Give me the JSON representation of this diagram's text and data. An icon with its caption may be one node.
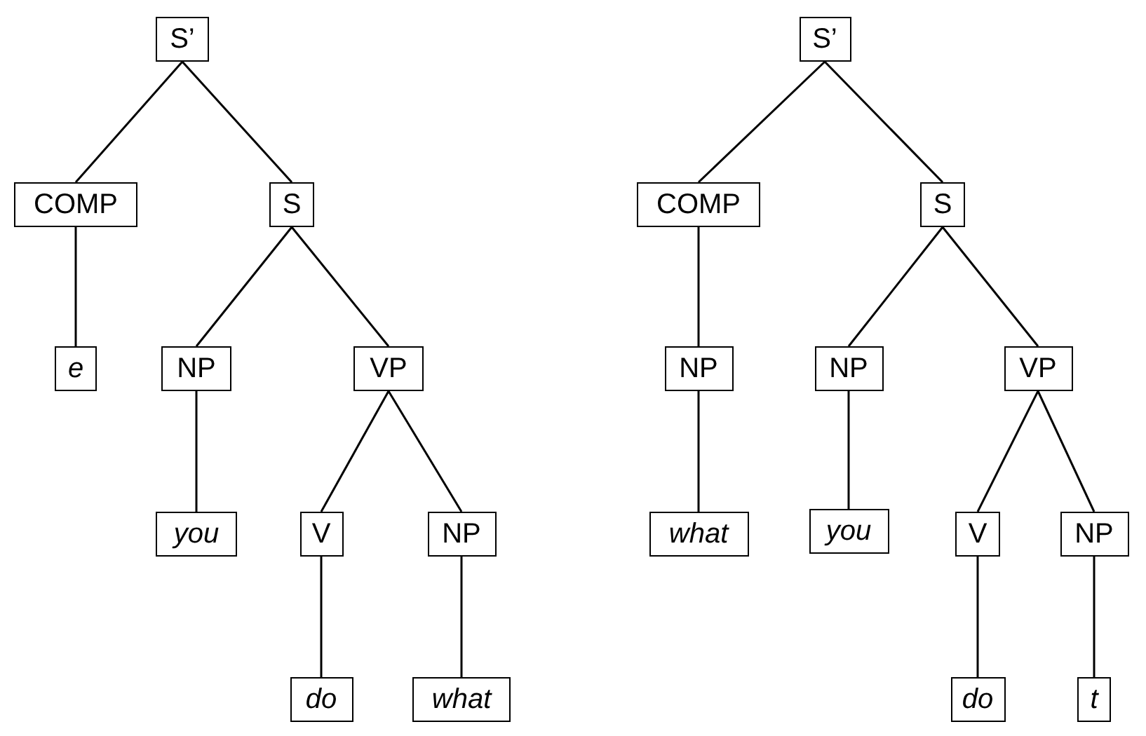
{
  "diagram": {
    "nodes": [
      {
        "text": [
          "S’"
        ]
      },
      {
        "text": [
          "COMP"
        ]
      },
      {
        "text": [
          "S"
        ]
      },
      {
        "text": [
          "e"
        ]
      },
      {
        "text": [
          "NP"
        ]
      },
      {
        "text": [
          "VP"
        ]
      },
      {
        "text": [
          "you"
        ]
      },
      {
        "text": [
          "V"
        ]
      },
      {
        "text": [
          "NP"
        ]
      },
      {
        "text": [
          "do"
        ]
      },
      {
        "text": [
          "what"
        ]
      },
      {
        "text": [
          "S’"
        ]
      },
      {
        "text": [
          "COMP"
        ]
      },
      {
        "text": [
          "S"
        ]
      },
      {
        "text": [
          "NP"
        ]
      },
      {
        "text": [
          "what"
        ]
      },
      {
        "text": [
          "NP"
        ]
      },
      {
        "text": [
          "you"
        ]
      },
      {
        "text": [
          "VP"
        ]
      },
      {
        "text": [
          "V"
        ]
      },
      {
        "text": [
          "NP"
        ]
      },
      {
        "text": [
          "do"
        ]
      },
      {
        "text": [
          "t"
        ]
      }
    ],
    "edges": [
      {
        "from": 0,
        "to": 1,
        "arrow": "none"
      },
      {
        "from": 0,
        "to": 2,
        "arrow": "none"
      },
      {
        "from": 1,
        "to": 3,
        "arrow": "none"
      },
      {
        "from": 2,
        "to": 4,
        "arrow": "none"
      },
      {
        "from": 2,
        "to": 5,
        "arrow": "none"
      },
      {
        "from": 4,
        "to": 6,
        "arrow": "none"
      },
      {
        "from": 5,
        "to": 7,
        "arrow": "none"
      },
      {
        "from": 5,
        "to": 8,
        "arrow": "none"
      },
      {
        "from": 7,
        "to": 9,
        "arrow": "none"
      },
      {
        "from": 8,
        "to": 10,
        "arrow": "none"
      },
      {
        "from": 11,
        "to": 12,
        "arrow": "none"
      },
      {
        "from": 11,
        "to": 13,
        "arrow": "none"
      },
      {
        "from": 12,
        "to": 14,
        "arrow": "none"
      },
      {
        "from": 14,
        "to": 15,
        "arrow": "none"
      },
      {
        "from": 13,
        "to": 16,
        "arrow": "none"
      },
      {
        "from": 13,
        "to": 18,
        "arrow": "none"
      },
      {
        "from": 16,
        "to": 17,
        "arrow": "none"
      },
      {
        "from": 18,
        "to": 19,
        "arrow": "none"
      },
      {
        "from": 18,
        "to": 20,
        "arrow": "none"
      },
      {
        "from": 19,
        "to": 21,
        "arrow": "none"
      },
      {
        "from": 20,
        "to": 22,
        "arrow": "none"
      }
    ]
  }
}
